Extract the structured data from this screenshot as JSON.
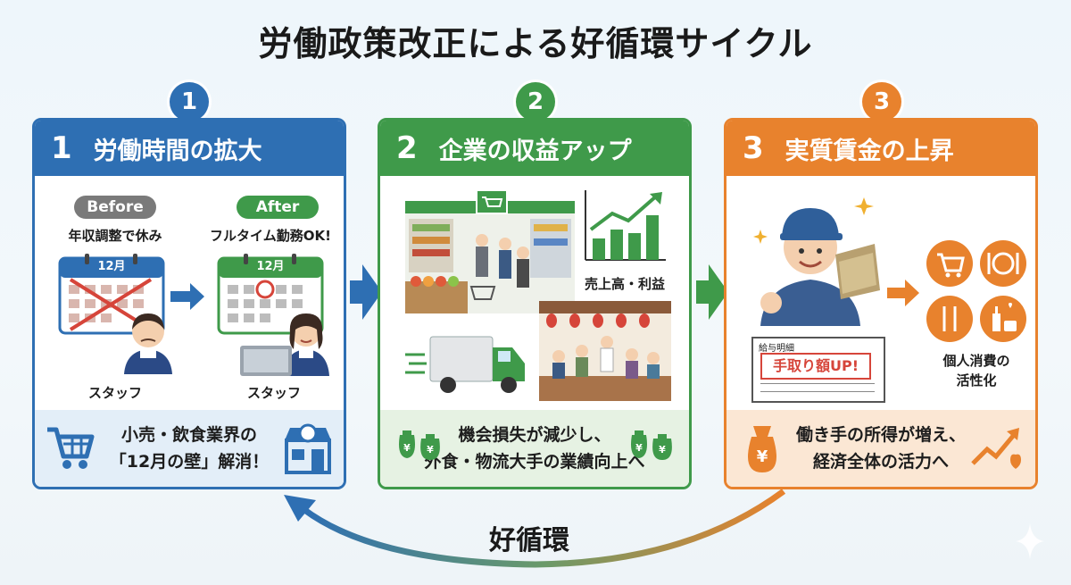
{
  "title": "労働政策改正による好循環サイクル",
  "colors": {
    "blue": "#2e6fb3",
    "green": "#3f9a4a",
    "orange": "#e8822d"
  },
  "steps": [
    {
      "circle": "1",
      "number": "1",
      "heading": "労働時間の拡大",
      "before_badge": "Before",
      "before_caption": "年収調整で休み",
      "after_badge": "After",
      "after_caption": "フルタイム勤務OK!",
      "calendar_month_before": "12月",
      "calendar_month_after": "12月",
      "staff_label_before": "スタッフ",
      "staff_label_after": "スタッフ",
      "footer_lines": [
        "小売・飲食業界の",
        "「12月の壁」解消！"
      ]
    },
    {
      "circle": "2",
      "number": "2",
      "heading": "企業の収益アップ",
      "chart_caption": "売上高・利益",
      "footer_lines": [
        "機会損失が減少し、",
        "外食・物流大手の業績向上へ"
      ]
    },
    {
      "circle": "3",
      "number": "3",
      "heading": "実質賃金の上昇",
      "payslip_title": "給与明細",
      "payslip_stamp": "手取り額UP!",
      "consumption_lines": [
        "個人消費の",
        "活性化"
      ],
      "footer_lines": [
        "働き手の所得が増え、",
        "経済全体の活力へ"
      ]
    }
  ],
  "cycle_label": "好循環"
}
